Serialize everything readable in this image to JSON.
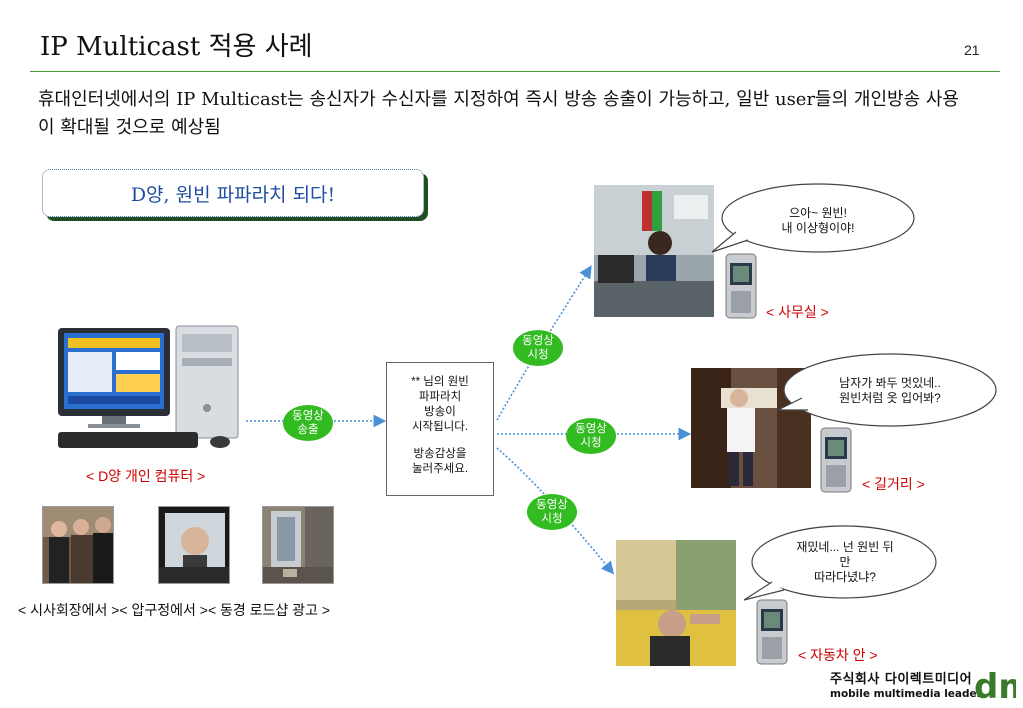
{
  "slide": {
    "title": "IP Multicast 적용 사례",
    "page_number": "21",
    "description": "휴대인터넷에서의 IP Multicast는 송신자가 수신자를 지정하여 즉시 방송 송출이 가능하고, 일반 user들의 개인방송 사용이 확대될 것으로 예상됨",
    "headline": "D양, 원빈 파파라치 되다!"
  },
  "source": {
    "pc_label": "< D양 개인 컴퓨터 >",
    "photo_captions": "< 시사회장에서 >< 압구정에서 >< 동경 로드샵 광고 >"
  },
  "broadcast": {
    "send_bubble": [
      "동영상",
      "송출"
    ],
    "message_line1": "** 님의 원빈",
    "message_line2": "파파라치",
    "message_line3": "방송이",
    "message_line4": "시작됩니다.",
    "message_line5": "방송감상을",
    "message_line6": "눌러주세요."
  },
  "receivers": [
    {
      "bubble": [
        "동영상",
        "시청"
      ],
      "speech_line1": "으아~ 원빈!",
      "speech_line2": "내 이상형이야!",
      "location": "< 사무실 >"
    },
    {
      "bubble": [
        "동영상",
        "시청"
      ],
      "speech_line1": "남자가 봐두 멋있네..",
      "speech_line2": "원빈처럼 옷 입어봐?",
      "location": "< 길거리 >"
    },
    {
      "bubble": [
        "동영상",
        "시청"
      ],
      "speech_line1": "재밌네... 넌 원빈 뒤",
      "speech_line2": "만",
      "speech_line3": "따라다녔냐?",
      "location": "< 자동차 안 >"
    }
  ],
  "footer": {
    "company_kr": "주식회사 다이렉트미디어",
    "company_en": "mobile multimedia leader",
    "logo_text": "dm"
  },
  "colors": {
    "accent_green": "#33bb22",
    "rule_green": "#4a9a3a",
    "location_red": "#d00000",
    "headline_blue": "#1f4ea0",
    "arrow_blue": "#4a90d9"
  }
}
